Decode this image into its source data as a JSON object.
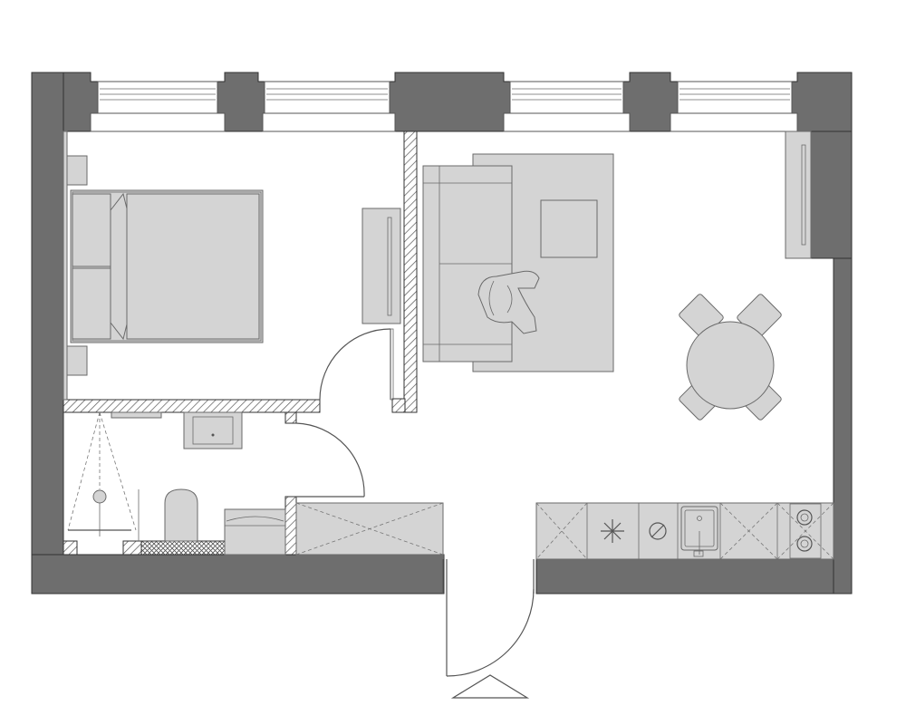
{
  "colors": {
    "wall": "#6e6e6e",
    "furniture": "#d4d4d4",
    "line": "#6a6a6a",
    "background": "#ffffff"
  },
  "rooms": [
    {
      "id": "bedroom",
      "items": [
        "double-bed",
        "nightstand-top",
        "nightstand-bottom",
        "tv-panel",
        "wardrobe"
      ]
    },
    {
      "id": "living-room",
      "items": [
        "sofa",
        "rug",
        "coffee-table",
        "armchair"
      ]
    },
    {
      "id": "dining-area",
      "items": [
        "round-table",
        "chair",
        "chair",
        "chair",
        "chair"
      ]
    },
    {
      "id": "bathroom",
      "items": [
        "shower",
        "sink",
        "toilet",
        "washing-machine"
      ]
    },
    {
      "id": "kitchen",
      "items": [
        "cabinet",
        "hob",
        "oven-burner",
        "sink",
        "dishwasher",
        "cooktop"
      ]
    },
    {
      "id": "hallway",
      "items": [
        "storage-cabinet"
      ]
    }
  ],
  "windows": 4,
  "doors": [
    "entrance-door",
    "bedroom-door",
    "bathroom-door"
  ],
  "entrance_marker": "triangle-icon"
}
